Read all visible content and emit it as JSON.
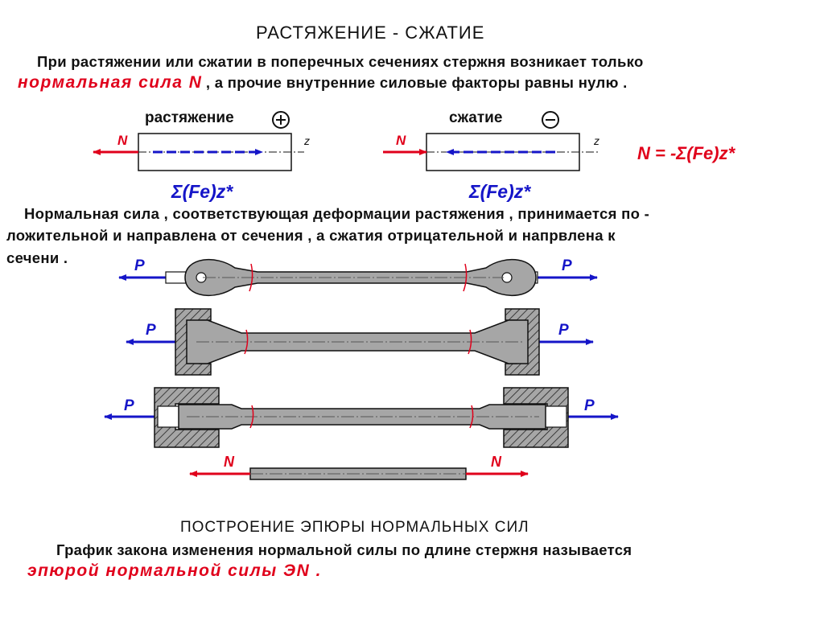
{
  "title": "РАСТЯЖЕНИЕ - СЖАТИЕ",
  "intro": {
    "line1": "При растяжении или сжатии в поперечных сечениях стержня возникает только",
    "highlight": "нормальная сила  N",
    "line2_rest": ", а прочие внутренние силовые факторы равны нулю ."
  },
  "diagram_tension": {
    "label": "растяжение",
    "sign": "+",
    "force": "N",
    "axis": "z",
    "sum": "Σ(Fe)z*"
  },
  "diagram_compression": {
    "label": "сжатие",
    "sign": "−",
    "force": "N",
    "axis": "z",
    "sum": "Σ(Fe)z*"
  },
  "formula": "N = -Σ(Fe)z*",
  "sign_rule": {
    "line1": "Нормальная сила , соответствующая деформации растяжения , принимается по -",
    "line2": "ложительной и направлена от сечения , а сжатия отрицательной и напрвлена к",
    "line3": "сечени ."
  },
  "bars": {
    "load": "P",
    "internal": "N"
  },
  "section2": {
    "title": "ПОСТРОЕНИЕ  ЭПЮРЫ  НОРМАЛЬНЫХ  СИЛ",
    "line1": "График закона изменения нормальной силы по длине стержня называется",
    "highlight": "эпюрой нормальной силы  ЭN ."
  },
  "colors": {
    "red": "#e0001b",
    "blue": "#1515c8",
    "gray": "#a6a6a6"
  }
}
